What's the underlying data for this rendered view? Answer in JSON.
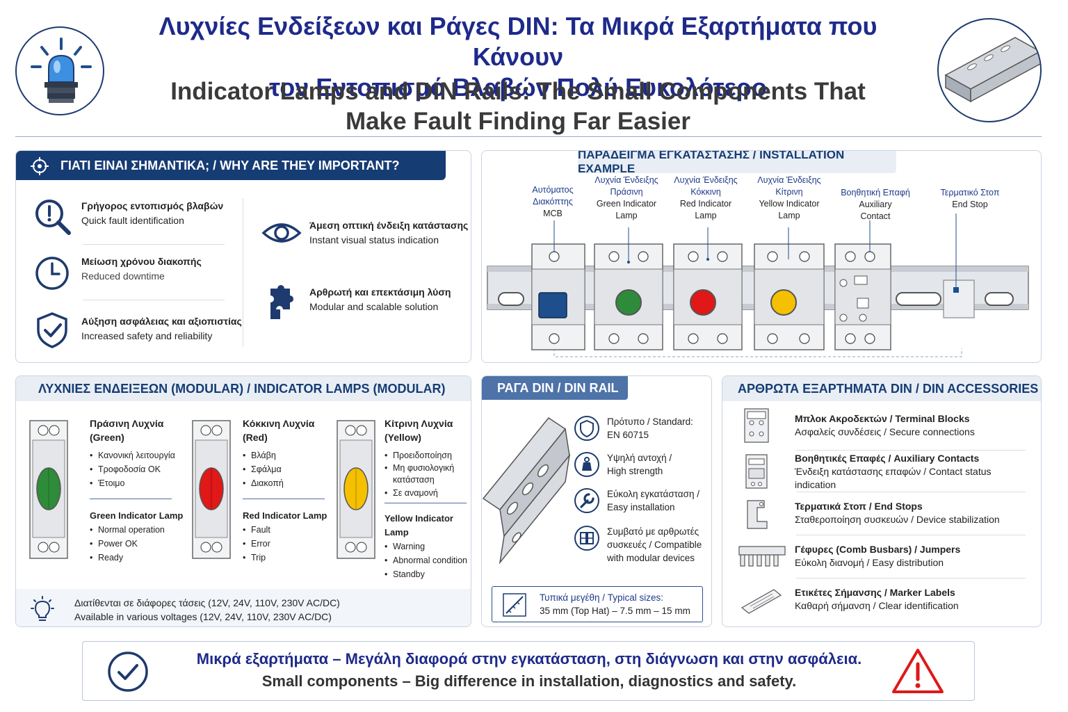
{
  "header": {
    "title_gr_line1": "Λυχνίες Ενδείξεων και Ράγες DIN: Τα Μικρά Εξαρτήματα που Κάνουν",
    "title_gr_line2": "τον Εντοπισμό Βλαβών Πολύ Ευκολότερο",
    "title_en_line1": "Indicator Lamps and DIN Rails: The Small Components That",
    "title_en_line2": "Make Fault Finding Far Easier",
    "left_icon": "indicator-lamp-icon",
    "right_icon": "din-rail-icon"
  },
  "why": {
    "title": "ΓΙΑΤΙ ΕΙΝΑΙ ΣΗΜΑΝΤΙΚΑ; / WHY ARE THEY IMPORTANT?",
    "items": [
      {
        "gr": "Γρήγορος εντοπισμός βλαβών",
        "en": "Quick fault identification",
        "icon": "magnifier-alert-icon"
      },
      {
        "gr": "Μείωση χρόνου διακοπής",
        "en": "Reduced downtime",
        "icon": "clock-icon"
      },
      {
        "gr": "Αύξηση ασφάλειας και αξιοπιστίας",
        "en": "Increased safety and reliability",
        "icon": "shield-check-icon"
      },
      {
        "gr": "Άμεση οπτική ένδειξη κατάστασης",
        "en": "Instant visual status indication",
        "icon": "eye-icon"
      },
      {
        "gr": "Αρθρωτή και επεκτάσιμη λύση",
        "en": "Modular and scalable solution",
        "icon": "puzzle-icon"
      }
    ]
  },
  "install": {
    "title": "ΠΑΡΑΔΕΙΓΜΑ ΕΓΚΑΤΑΣΤΑΣΗΣ / INSTALLATION EXAMPLE",
    "labels": [
      {
        "gr1": "Αυτόματος",
        "gr2": "Διακόπτης",
        "en1": "MCB",
        "en2": ""
      },
      {
        "gr1": "Λυχνία Ένδειξης",
        "gr2": "Πράσινη",
        "en1": "Green Indicator",
        "en2": "Lamp"
      },
      {
        "gr1": "Λυχνία Ένδειξης",
        "gr2": "Κόκκινη",
        "en1": "Red Indicator",
        "en2": "Lamp"
      },
      {
        "gr1": "Λυχνία Ένδειξης",
        "gr2": "Κίτρινη",
        "en1": "Yellow Indicator",
        "en2": "Lamp"
      },
      {
        "gr1": "Βοηθητική Επαφή",
        "gr2": "",
        "en1": "Auxiliary",
        "en2": "Contact"
      },
      {
        "gr1": "Τερματικό Στοπ",
        "gr2": "",
        "en1": "End Stop",
        "en2": ""
      }
    ],
    "colors": {
      "green": "#2e8b3a",
      "red": "#e01818",
      "yellow": "#f5c000",
      "mcb": "#1e4e8c"
    }
  },
  "lamps": {
    "title": "ΛΥΧΝΙΕΣ ΕΝΔΕΙΞΕΩΝ (MODULAR) / INDICATOR LAMPS (MODULAR)",
    "items": [
      {
        "gr_title1": "Πράσινη Λυχνία",
        "gr_title2": "(Green)",
        "gr_points": [
          "Κανονική λειτουργία",
          "Τροφοδοσία OK",
          "Έτοιμο"
        ],
        "en_title": "Green Indicator Lamp",
        "en_points": [
          "Normal operation",
          "Power OK",
          "Ready"
        ],
        "color": "#2e8b3a"
      },
      {
        "gr_title1": "Κόκκινη Λυχνία",
        "gr_title2": "(Red)",
        "gr_points": [
          "Βλάβη",
          "Σφάλμα",
          "Διακοπή"
        ],
        "en_title": "Red Indicator Lamp",
        "en_points": [
          "Fault",
          "Error",
          "Trip"
        ],
        "color": "#e01818"
      },
      {
        "gr_title1": "Κίτρινη Λυχνία",
        "gr_title2": "(Yellow)",
        "gr_points": [
          "Προειδοποίηση",
          "Μη φυσιολογική",
          "κατάσταση",
          "Σε αναμονή"
        ],
        "en_title": "Yellow Indicator Lamp",
        "en_points": [
          "Warning",
          "Abnormal condition",
          "Standby"
        ],
        "color": "#f5c000"
      }
    ],
    "footer_gr": "Διατίθενται σε διάφορες τάσεις (12V, 24V, 110V, 230V AC/DC)",
    "footer_en": "Available in various voltages (12V, 24V, 110V, 230V AC/DC)"
  },
  "rail": {
    "title": "ΡΑΓΑ DIN / DIN RAIL",
    "items": [
      {
        "line1": "Πρότυπο / Standard:",
        "line2": "EN 60715",
        "line3": "",
        "icon": "shield-icon"
      },
      {
        "line1": "Υψηλή αντοχή /",
        "line2": "High strength",
        "line3": "",
        "icon": "weight-icon"
      },
      {
        "line1": "Εύκολη εγκατάσταση /",
        "line2": "Easy installation",
        "line3": "",
        "icon": "wrench-icon"
      },
      {
        "line1": "Συμβατό με αρθρωτές",
        "line2": "συσκευές / Compatible",
        "line3": "with modular devices",
        "icon": "modules-icon"
      }
    ],
    "sizes_line1": "Τυπικά μεγέθη / Typical sizes:",
    "sizes_line2": "35 mm (Top Hat) – 7.5 mm – 15 mm"
  },
  "acc": {
    "title": "ΑΡΘΡΩΤΑ ΕΞΑΡΤΗΜΑΤΑ DIN / DIN ACCESSORIES",
    "items": [
      {
        "title": "Μπλοκ Ακροδεκτών / Terminal Blocks",
        "desc": "Ασφαλείς συνδέσεις / Secure connections",
        "icon": "terminal-block-icon"
      },
      {
        "title": "Βοηθητικές Επαφές / Auxiliary Contacts",
        "desc": "Ένδειξη κατάστασης επαφών / Contact status indication",
        "icon": "auxiliary-contact-icon"
      },
      {
        "title": "Τερματικά Στοπ / End Stops",
        "desc": "Σταθεροποίηση συσκευών / Device stabilization",
        "icon": "end-stop-icon"
      },
      {
        "title": "Γέφυρες (Comb Busbars) / Jumpers",
        "desc": "Εύκολη διανομή / Easy distribution",
        "icon": "comb-busbar-icon"
      },
      {
        "title": "Ετικέτες Σήμανσης / Marker Labels",
        "desc": "Καθαρή σήμανση / Clear identification",
        "icon": "marker-label-icon"
      }
    ]
  },
  "bottom": {
    "gr": "Μικρά εξαρτήματα – Μεγάλη διαφορά στην εγκατάσταση, στη διάγνωση και στην ασφάλεια.",
    "en": "Small components – Big difference in installation, diagnostics and safety."
  }
}
